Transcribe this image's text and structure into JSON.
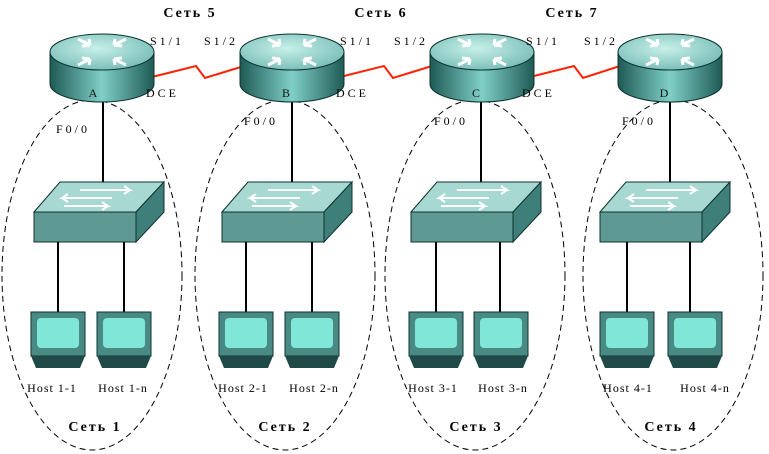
{
  "serial_networks": [
    {
      "label": "Сеть 5"
    },
    {
      "label": "Сеть 6"
    },
    {
      "label": "Сеть 7"
    }
  ],
  "segments": [
    {
      "router": "A",
      "port_fa": "F0/0",
      "dce": "DCE",
      "s_left": "",
      "s_right": "S1/1",
      "hosts": [
        "Host 1-1",
        "Host 1-n"
      ],
      "network": "Сеть 1"
    },
    {
      "router": "B",
      "port_fa": "F0/0",
      "dce": "DCE",
      "s_left": "S1/2",
      "s_right": "S1/1",
      "hosts": [
        "Host 2-1",
        "Host 2-n"
      ],
      "network": "Сеть 2"
    },
    {
      "router": "C",
      "port_fa": "F0/0",
      "dce": "DCE",
      "s_left": "S1/2",
      "s_right": "S1/1",
      "hosts": [
        "Host 3-1",
        "Host 3-n"
      ],
      "network": "Сеть 3"
    },
    {
      "router": "D",
      "port_fa": "F0/0",
      "dce": "",
      "s_left": "S1/2",
      "s_right": "",
      "hosts": [
        "Host 4-1",
        "Host 4-n"
      ],
      "network": "Сеть 4"
    }
  ],
  "colors": {
    "device_top": "#8fd6cf",
    "device_side": "#3f7f7a",
    "switch_face": "#5e9994",
    "serial_link": "#ff2200",
    "screen": "#7fe6d8"
  }
}
